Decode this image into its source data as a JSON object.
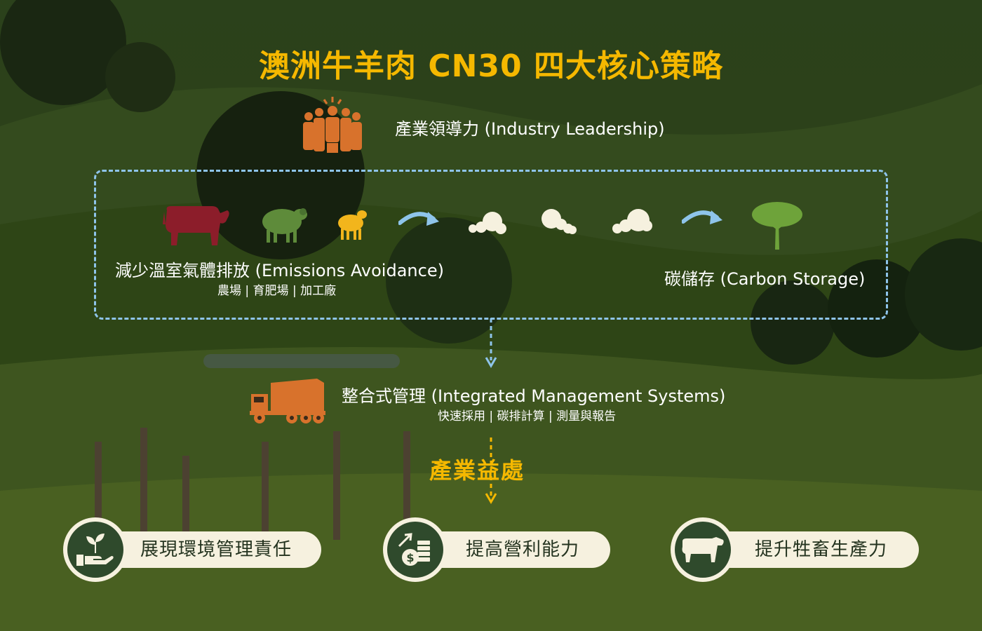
{
  "title": "澳洲牛羊肉 CN30 四大核心策略",
  "leadership": {
    "label": "產業領導力 (Industry Leadership)",
    "icon": "people-group-icon"
  },
  "emissions": {
    "label": "減少溫室氣體排放 (Emissions Avoidance)",
    "sub": "農場 | 育肥場 | 加工廠"
  },
  "carbon": {
    "label": "碳儲存 (Carbon Storage)"
  },
  "integrated": {
    "label": "整合式管理 (Integrated Management Systems)",
    "sub": "快速採用 | 碳排計算 | 測量與報告"
  },
  "benefits": {
    "title": "產業益處",
    "items": [
      {
        "label": "展現環境管理責任",
        "icon": "hand-plant-icon"
      },
      {
        "label": "提高營利能力",
        "icon": "money-growth-icon"
      },
      {
        "label": "提升牲畜生產力",
        "icon": "cattle-icon"
      }
    ]
  },
  "colors": {
    "title": "#f5b800",
    "cow": "#8c1d2a",
    "sheep": "#5e8b3a",
    "lamb": "#f2b51c",
    "arrow": "#8ec4ea",
    "tree": "#6ea33a",
    "orange_icon": "#d8722c",
    "pill_bg": "#f6f1df",
    "circle_fill": "#2f4a2c"
  }
}
